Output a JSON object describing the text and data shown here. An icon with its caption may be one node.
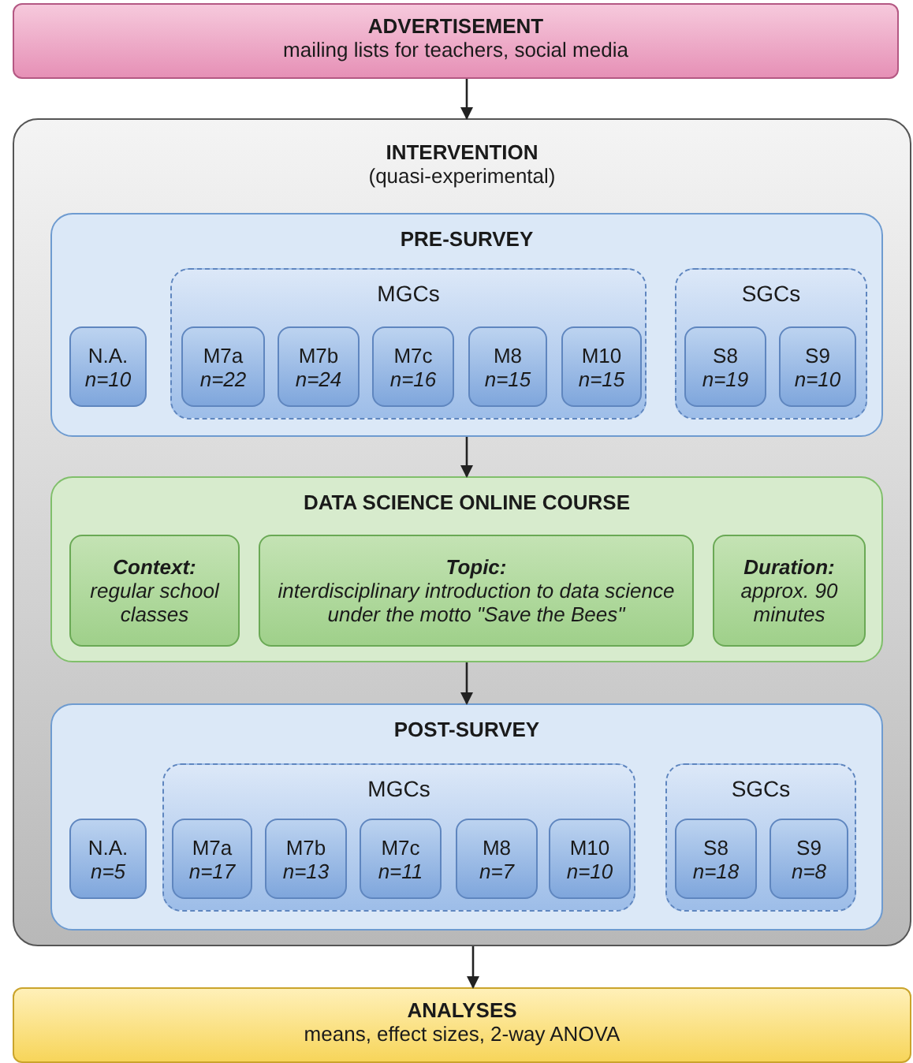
{
  "diagram": {
    "nodes": [
      {
        "text": [
          "ADVERTISEMENT",
          "mailing lists for teachers, social media"
        ]
      },
      {
        "text": [
          "INTERVENTION",
          "(quasi-experimental)"
        ]
      },
      {
        "text": [
          "PRE-SURVEY"
        ],
        "in": 1
      },
      {
        "text": [
          "N.A.",
          "n=10"
        ],
        "in": 2
      },
      {
        "text": [
          "MGCs"
        ],
        "in": 2
      },
      {
        "text": [
          "M7a",
          "n=22"
        ],
        "in": 4
      },
      {
        "text": [
          "M7b",
          "n=24"
        ],
        "in": 4
      },
      {
        "text": [
          "M7c",
          "n=16"
        ],
        "in": 4
      },
      {
        "text": [
          "M8",
          "n=15"
        ],
        "in": 4
      },
      {
        "text": [
          "M10",
          "n=15"
        ],
        "in": 4
      },
      {
        "text": [
          "SGCs"
        ],
        "in": 2
      },
      {
        "text": [
          "S8",
          "n=19"
        ],
        "in": 10
      },
      {
        "text": [
          "S9",
          "n=10"
        ],
        "in": 10
      },
      {
        "text": [
          "DATA SCIENCE ONLINE COURSE"
        ],
        "in": 1
      },
      {
        "text": [
          "Context:",
          "regular school classes"
        ],
        "in": 13
      },
      {
        "text": [
          "Topic:",
          "interdisciplinary introduction to data science under the motto \"Save the Bees\""
        ],
        "in": 13
      },
      {
        "text": [
          "Duration:",
          "approx. 90 minutes"
        ],
        "in": 13
      },
      {
        "text": [
          "POST-SURVEY"
        ],
        "in": 1
      },
      {
        "text": [
          "N.A.",
          "n=5"
        ],
        "in": 17
      },
      {
        "text": [
          "MGCs"
        ],
        "in": 17
      },
      {
        "text": [
          "M7a",
          "n=17"
        ],
        "in": 19
      },
      {
        "text": [
          "M7b",
          "n=13"
        ],
        "in": 19
      },
      {
        "text": [
          "M7c",
          "n=11"
        ],
        "in": 19
      },
      {
        "text": [
          "M8",
          "n=7"
        ],
        "in": 19
      },
      {
        "text": [
          "M10",
          "n=10"
        ],
        "in": 19
      },
      {
        "text": [
          "SGCs"
        ],
        "in": 17
      },
      {
        "text": [
          "S8",
          "n=18"
        ],
        "in": 25
      },
      {
        "text": [
          "S9",
          "n=8"
        ],
        "in": 25
      },
      {
        "text": [
          "ANALYSES",
          "means, effect sizes, 2-way ANOVA"
        ]
      }
    ],
    "edges": [
      {
        "from": 0,
        "to": 1,
        "arrow": "to"
      },
      {
        "from": 2,
        "to": 13,
        "arrow": "to"
      },
      {
        "from": 13,
        "to": 17,
        "arrow": "to"
      },
      {
        "from": 1,
        "to": 28,
        "arrow": "to"
      }
    ]
  }
}
